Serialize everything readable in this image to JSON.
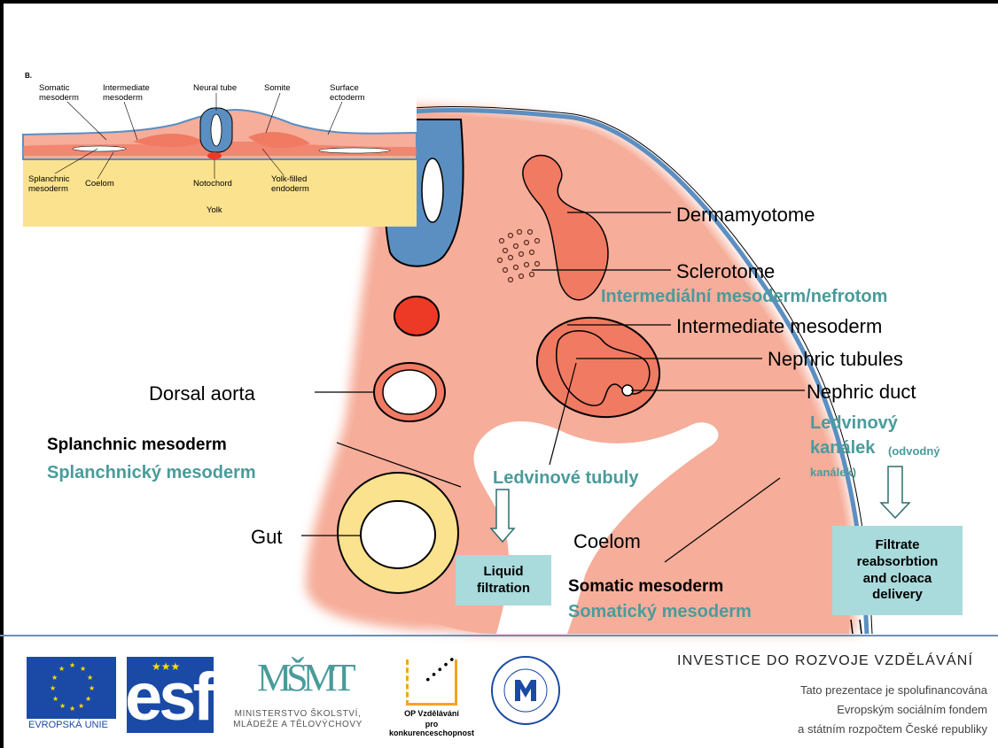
{
  "labels": {
    "dermamyotome": "Dermamyotome",
    "sclerotome": "Sclerotome",
    "intermedial_cz": "Intermediální mesoderm/nefrotom",
    "intermediate": "Intermediate mesoderm",
    "nephric_tubules": "Nephric tubules",
    "nephric_duct": "Nephric duct",
    "ledvinovy_1": "Ledvinový",
    "ledvinovy_2": "kanálek",
    "odvodny": "(odvodný",
    "kanalek2": "kanálek)",
    "dorsal_aorta": "Dorsal aorta",
    "splanchnic_en": "Splanchnic mesoderm",
    "splanchnic_cz": "Splanchnický mesoderm",
    "ledvinove_tubuly": "Ledvinové tubuly",
    "gut": "Gut",
    "coelom": "Coelom",
    "somatic_en": "Somatic mesoderm",
    "somatic_cz": "Somatický mesoderm"
  },
  "boxes": {
    "liquid_1": "Liquid",
    "liquid_2": "filtration",
    "filtrate_1": "Filtrate",
    "filtrate_2": "reabsorbtion",
    "filtrate_3": "and cloaca",
    "filtrate_4": "delivery"
  },
  "inset": {
    "panel": "B.",
    "somatic_1": "Somatic",
    "somatic_2": "mesoderm",
    "intermediate_1": "Intermediate",
    "intermediate_2": "mesoderm",
    "neural_tube": "Neural tube",
    "somite": "Somite",
    "surface_1": "Surface",
    "surface_2": "ectoderm",
    "splanchnic_1": "Splanchnic",
    "splanchnic_2": "mesoderm",
    "coelom": "Coelom",
    "notochord": "Notochord",
    "yolk_filled_1": "Yolk-filled",
    "yolk_filled_2": "endoderm",
    "yolk": "Yolk"
  },
  "footer": {
    "invest": "INVESTICE DO ROZVOJE VZDĚLÁVÁNÍ",
    "line1": "Tato prezentace je spolufinancována",
    "line2": "Evropským sociálním fondem",
    "line3": "a státním rozpočtem České republiky",
    "eu": "EVROPSKÁ UNIE",
    "esf": "esf",
    "msmt_1": "MINISTERSTVO ŠKOLSTVÍ,",
    "msmt_2": "MLÁDEŽE A TĚLOVÝCHOVY",
    "op_1": "OP Vzdělávání",
    "op_2": "pro konkurenceschopnost"
  },
  "colors": {
    "mesoderm": "#f6ad9a",
    "dark_mesoderm": "#f07a62",
    "neural": "#5b8fc2",
    "yolk": "#fbe28e",
    "teal_text": "#4a9b9b",
    "box": "#a9dadc"
  }
}
